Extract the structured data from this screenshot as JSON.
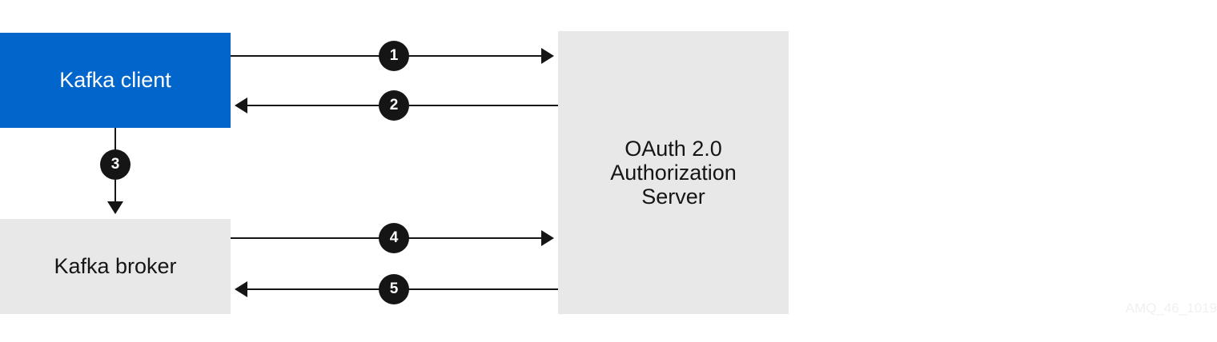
{
  "nodes": {
    "client": {
      "label": "Kafka client"
    },
    "broker": {
      "label": "Kafka broker"
    },
    "server": {
      "lines": [
        "OAuth 2.0",
        "Authorization",
        "Server"
      ]
    }
  },
  "steps": [
    {
      "number": "1",
      "from": "client",
      "to": "server"
    },
    {
      "number": "2",
      "from": "server",
      "to": "client"
    },
    {
      "number": "3",
      "from": "client",
      "to": "broker"
    },
    {
      "number": "4",
      "from": "broker",
      "to": "server"
    },
    {
      "number": "5",
      "from": "server",
      "to": "broker"
    }
  ],
  "figure_id": "AMQ_46_1019",
  "colors": {
    "client_fill": "#0066cc",
    "box_fill": "#e8e8e8",
    "badge_fill": "#151515",
    "arrow": "#151515"
  }
}
